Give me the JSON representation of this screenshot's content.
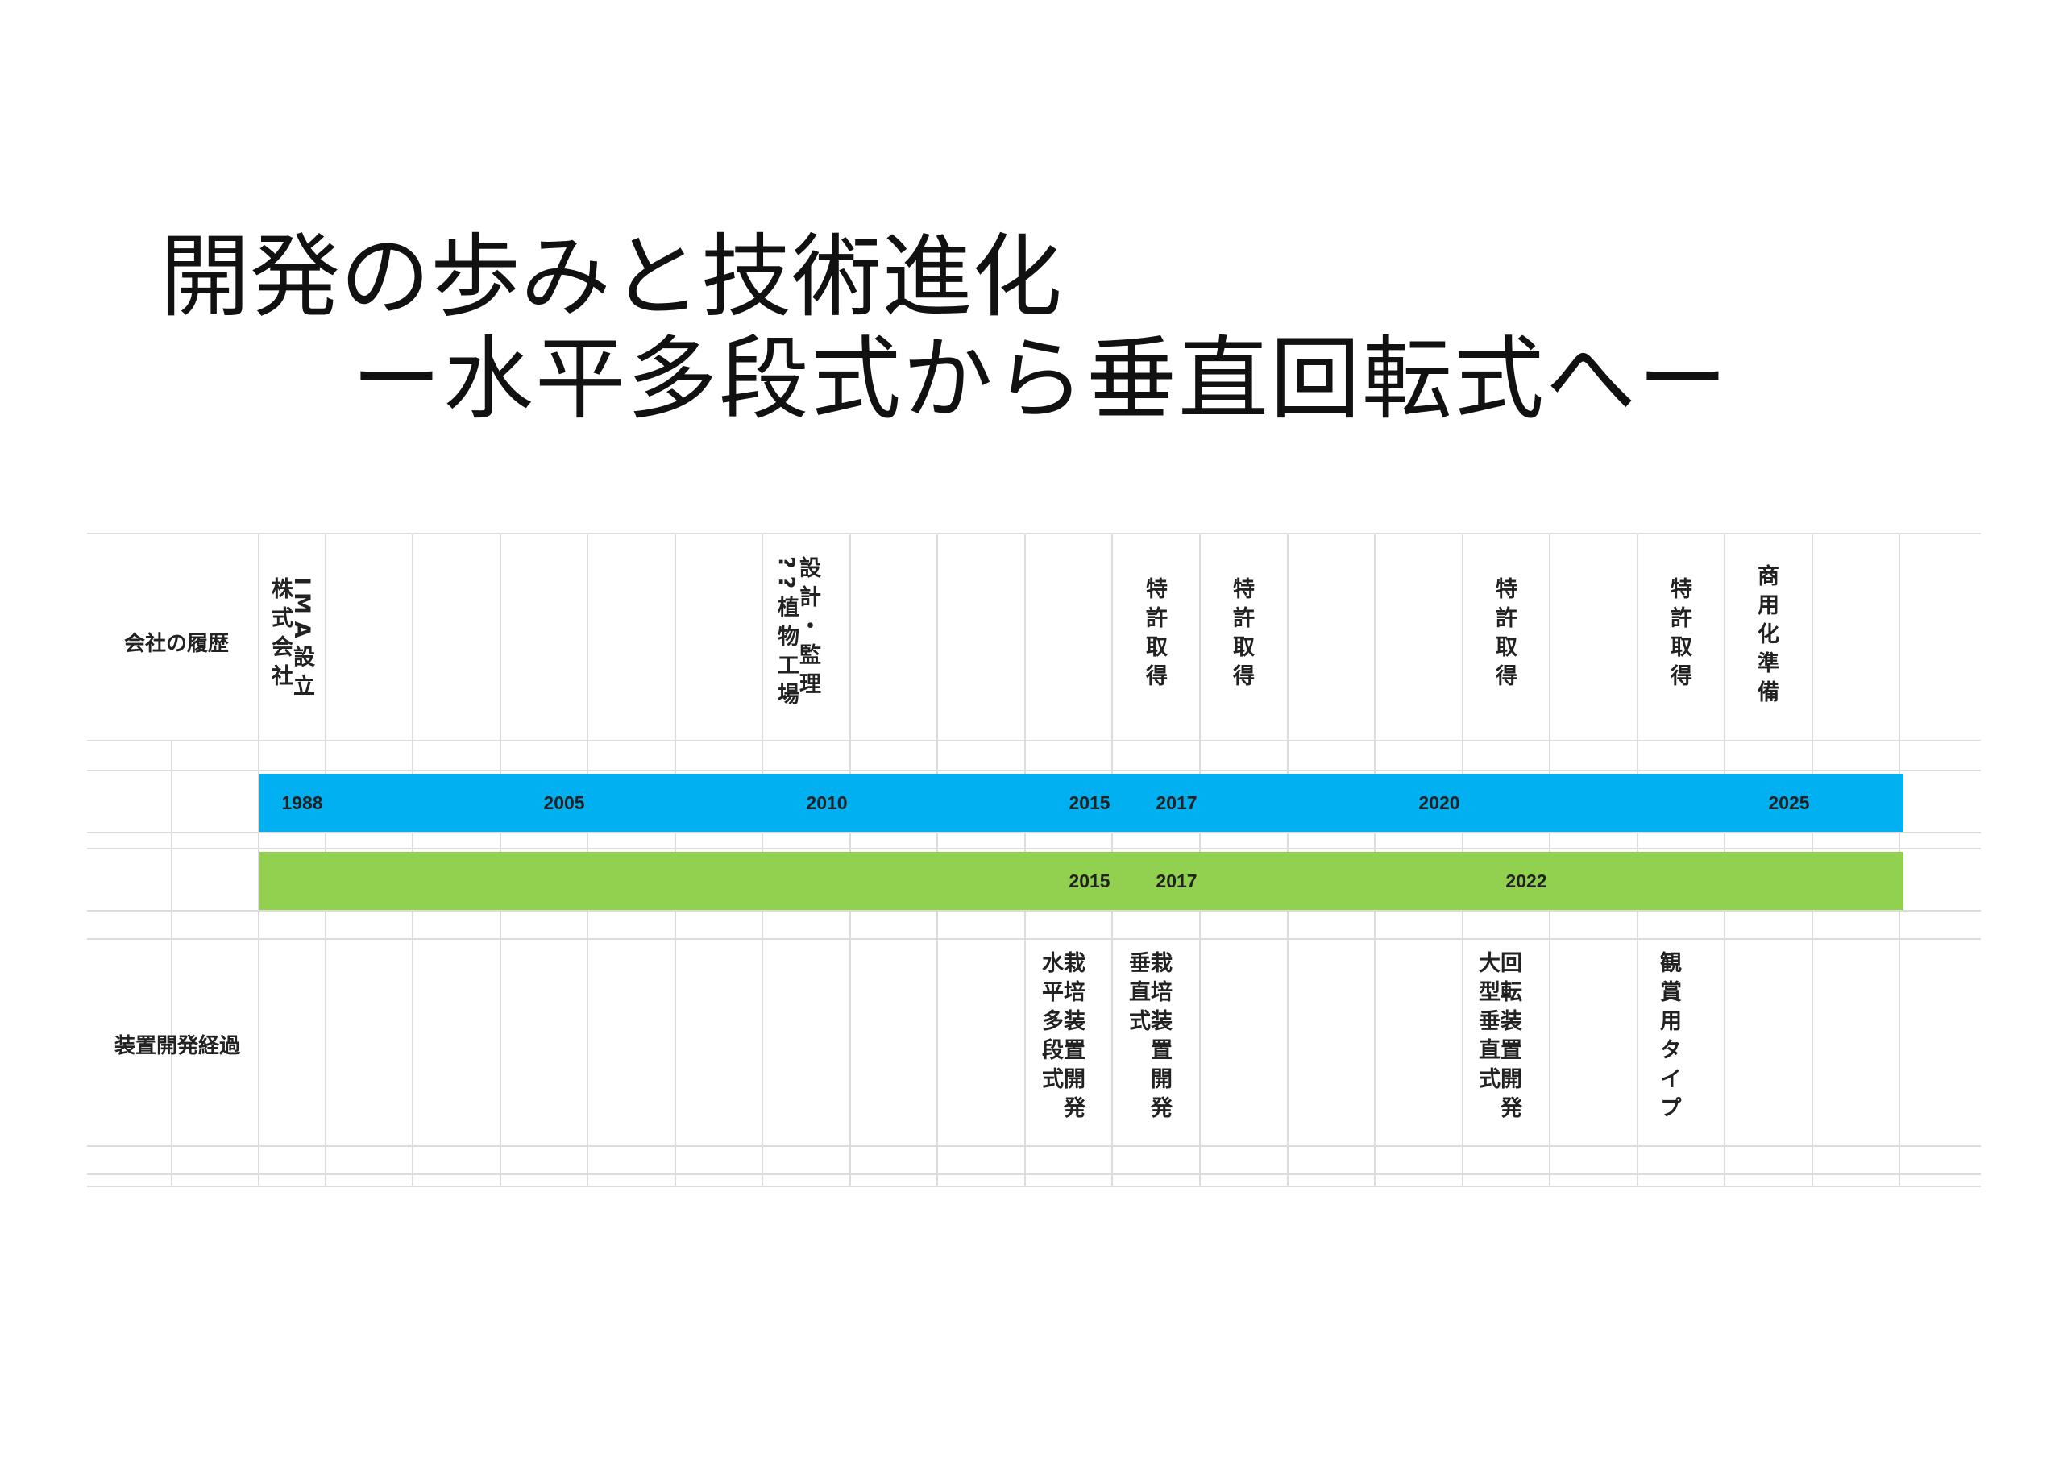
{
  "title": {
    "line1": "開発の歩みと技術進化",
    "line2": "ー水平多段式から垂直回転式へー"
  },
  "rows": {
    "history_label": "会社の履歴",
    "device_label": "装置開発経過"
  },
  "history_events": [
    {
      "text": "IMA設立\n株式会社"
    },
    {
      "text": "設計・監理\n??植物工場"
    },
    {
      "text": "特許取得"
    },
    {
      "text": "特許取得"
    },
    {
      "text": "特許取得"
    },
    {
      "text": "特許取得"
    },
    {
      "text": "商用化準備"
    }
  ],
  "timeline_years": [
    "1988",
    "2005",
    "2010",
    "2015",
    "2017",
    "2020",
    "2025"
  ],
  "device_years": [
    "2015",
    "2017",
    "2022"
  ],
  "device_events": [
    {
      "text": "栽培装置開発\n水平多段式"
    },
    {
      "text": "栽培装置開発\n垂直式"
    },
    {
      "text": "回転装置開発\n大型垂直式"
    },
    {
      "text": "観賞用タイプ"
    }
  ],
  "colors": {
    "timeline_bar": "#00b0f0",
    "device_bar": "#92d050",
    "grid": "#dcdcdc"
  }
}
